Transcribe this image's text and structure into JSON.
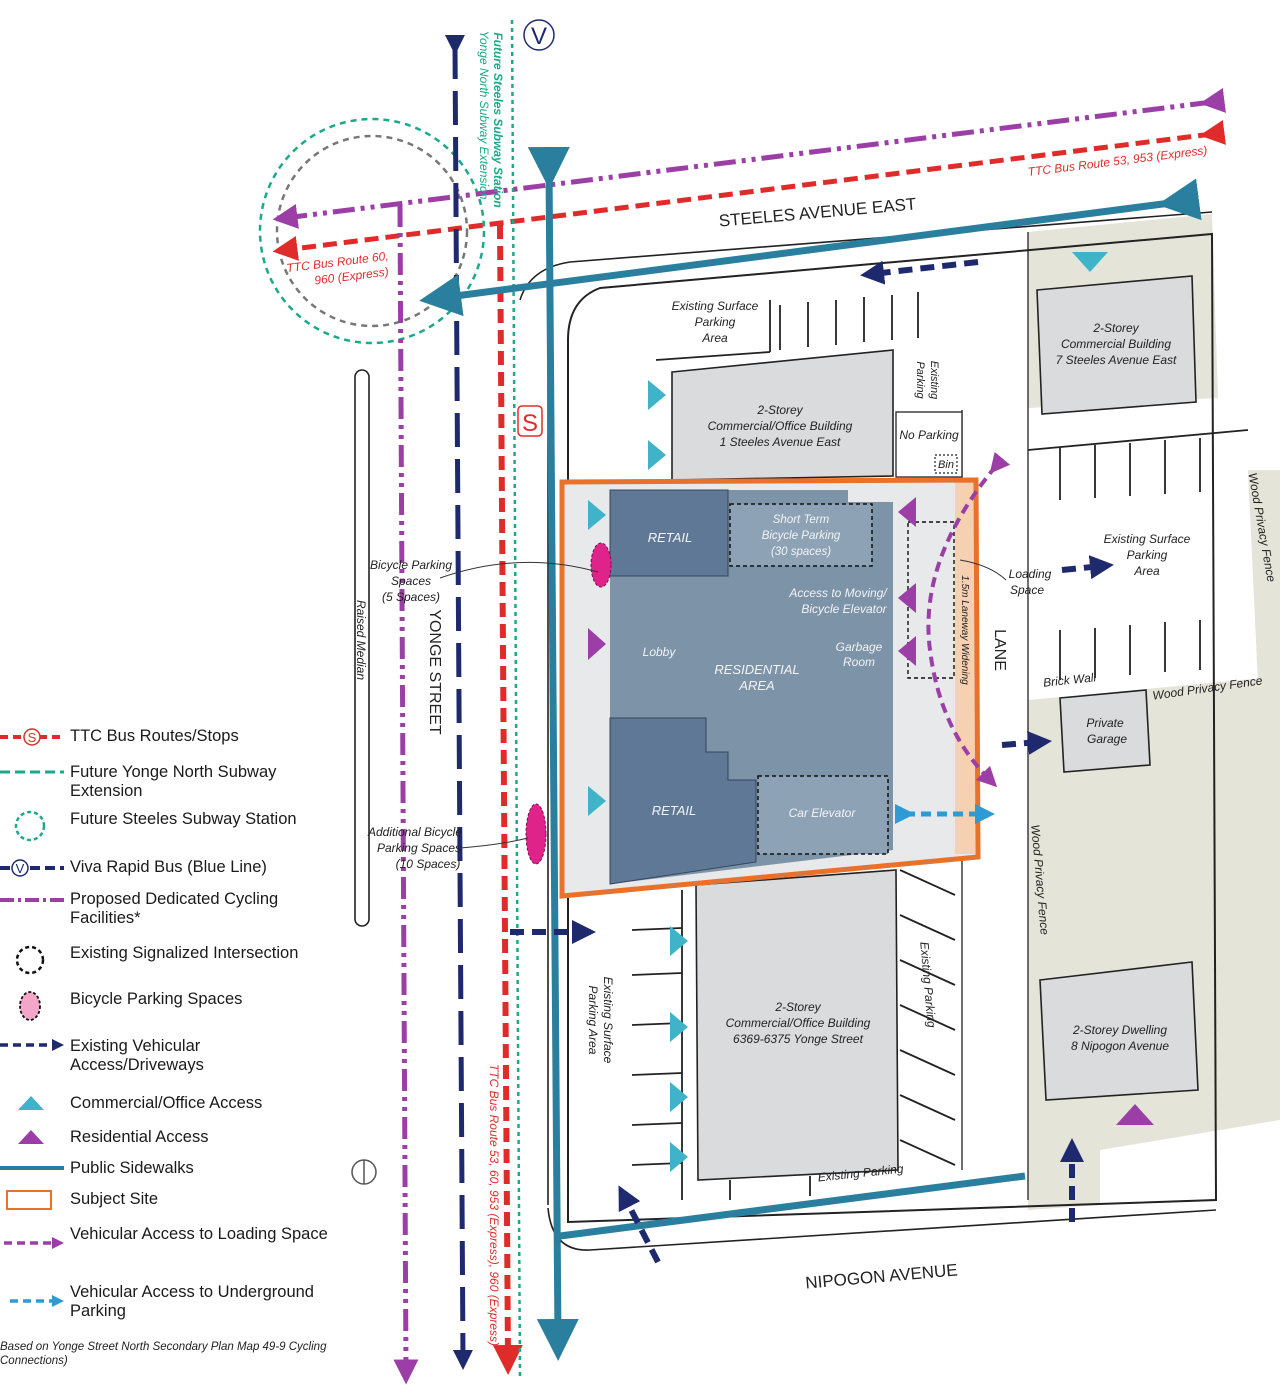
{
  "map": {
    "streets": {
      "steeles": "STEELES AVENUE EAST",
      "yonge": "YONGE STREET",
      "nipogon": "NIPOGON AVENUE",
      "lane": "LANE"
    },
    "route_labels": {
      "ttc_top": "TTC Bus Route 53, 953 (Express)",
      "ttc_left_1": "TTC Bus Route 60,",
      "ttc_left_2": "960 (Express)",
      "ttc_vertical": "TTC Bus Route 53, 60, 953 (Express), 960 (Express)",
      "subway_station": "Future Steeles Subway Station",
      "subway_ext": "Yonge North Subway Extension",
      "viva_symbol": "V",
      "bus_stop_symbol": "S"
    },
    "labels": {
      "raised_median": "Raised Median",
      "surface_parking_nw": [
        "Existing Surface",
        "Parking",
        "Area"
      ],
      "existing_parking_n": [
        "Existing",
        "Parking"
      ],
      "no_parking": "No Parking",
      "bin": "Bin",
      "building_north": [
        "2-Storey",
        "Commercial/Office Building",
        "1 Steeles Avenue East"
      ],
      "building_ne": [
        "2-Storey",
        "Commercial Building",
        "7 Steeles Avenue East"
      ],
      "surface_parking_ne": [
        "Existing Surface",
        "Parking",
        "Area"
      ],
      "wood_fence_right": "Wood Privacy Fence",
      "wood_fence_mid": "Wood Privacy Fence",
      "wood_fence_lower": "Wood Privacy Fence",
      "brick_wall": "Brick Wall",
      "private_garage": [
        "Private",
        "Garage"
      ],
      "loading_space": [
        "Loading",
        "Space"
      ],
      "lane_widening": "1.5m Laneway Widening",
      "retail_top": "RETAIL",
      "retail_bottom": "RETAIL",
      "short_term_bike": [
        "Short Term",
        "Bicycle Parking",
        "(30 spaces)"
      ],
      "moving_elevator": [
        "Access to Moving/",
        "Bicycle Elevator"
      ],
      "lobby": "Lobby",
      "residential": [
        "RESIDENTIAL",
        "AREA"
      ],
      "garbage": [
        "Garbage",
        "Room"
      ],
      "car_elevator": "Car Elevator",
      "bike_spaces_5": [
        "Bicycle Parking",
        "Spaces",
        "(5 Spaces)"
      ],
      "bike_spaces_10": [
        "Additional Bicycle",
        "Parking Spaces",
        "(10 Spaces)"
      ],
      "building_south": [
        "2-Storey",
        "Commercial/Office Building",
        "6369-6375 Yonge Street"
      ],
      "surface_parking_sw": [
        "Existing Surface",
        "Parking Area"
      ],
      "existing_parking_e": "Existing Parking",
      "existing_parking_s": "Existing Parking",
      "dwelling": [
        "2-Storey Dwelling",
        "8 Nipogon Avenue"
      ]
    }
  },
  "legend": {
    "items": [
      {
        "label": "TTC Bus Routes/Stops",
        "symbol": "bus-stop-icon"
      },
      {
        "label": "Future Yonge North Subway Extension",
        "symbol": "subway-line-icon"
      },
      {
        "label": "Future Steeles Subway Station",
        "symbol": "subway-station-icon"
      },
      {
        "label": "Viva Rapid Bus (Blue Line)",
        "symbol": "viva-bus-icon"
      },
      {
        "label": "Proposed Dedicated Cycling Facilities*",
        "symbol": "cycling-line-icon"
      },
      {
        "label": "Existing Signalized Intersection",
        "symbol": "signal-circle-icon"
      },
      {
        "label": "Bicycle Parking Spaces",
        "symbol": "bicycle-parking-icon"
      },
      {
        "label": "Existing Vehicular Access/Driveways",
        "symbol": "driveway-arrow-icon"
      },
      {
        "label": "Commercial/Office Access",
        "symbol": "commercial-triangle-icon"
      },
      {
        "label": "Residential Access",
        "symbol": "residential-triangle-icon"
      },
      {
        "label": "Public Sidewalks",
        "symbol": "sidewalk-line-icon"
      },
      {
        "label": "Subject Site",
        "symbol": "subject-site-icon"
      },
      {
        "label": "Vehicular Access to Loading Space",
        "symbol": "loading-arrow-icon"
      },
      {
        "label": "Vehicular Access to Underground Parking",
        "symbol": "parking-arrow-icon"
      }
    ],
    "note": "Based on Yonge Street North Secondary Plan Map 49-9 Cycling Connections)"
  },
  "colors": {
    "ttc_red": "#e02b2b",
    "subway_green": "#1aa98a",
    "viva_navy": "#1f2a6e",
    "cycling_purple": "#9b3fa6",
    "sidewalk_teal": "#2a7f9e",
    "site_orange": "#e8712c",
    "retail_blue": "#5e7896",
    "residential_blue": "#7d93a8",
    "commercial_cyan": "#3fb3c8",
    "residential_magenta": "#9b3fa6",
    "underground_blue": "#2f9bd6",
    "bike_pink": "#e0238a",
    "beige": "#e4e4d9",
    "building_grey": "#d9dbdd"
  }
}
